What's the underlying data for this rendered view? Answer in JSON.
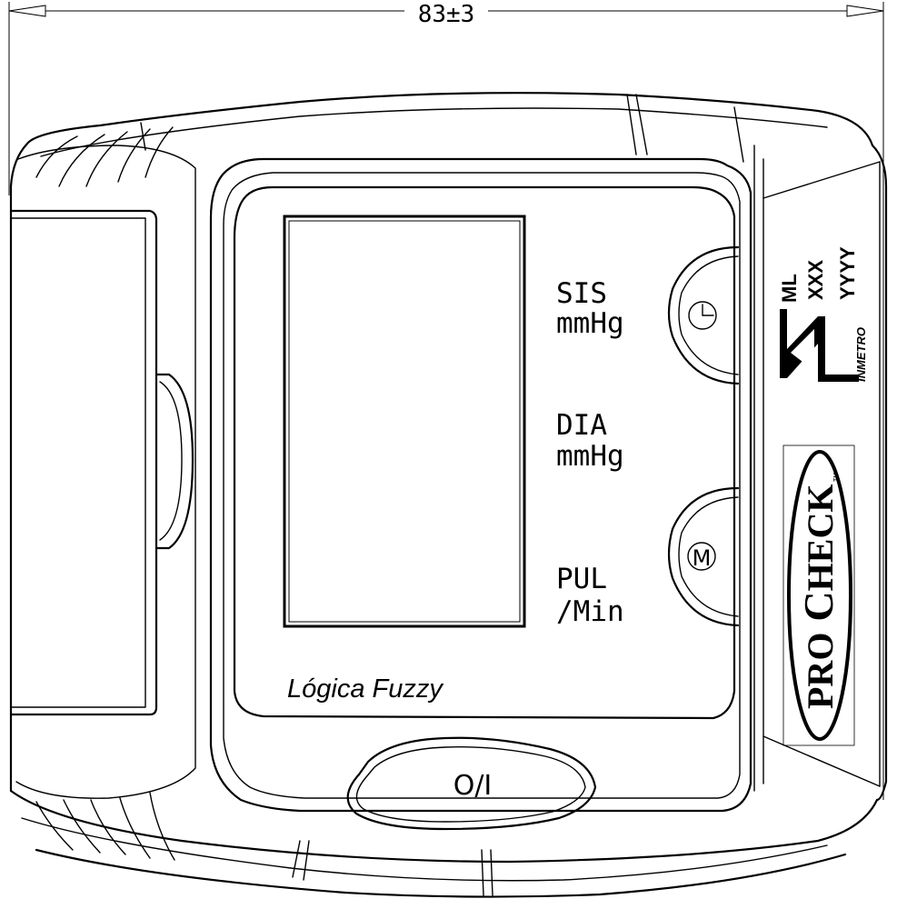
{
  "dimension": {
    "label": "83±3"
  },
  "display": {
    "brand": "Lógica Fuzzy",
    "labels": [
      {
        "top": "SIS",
        "bottom": "mmHg"
      },
      {
        "top": "DIA",
        "bottom": "mmHg"
      },
      {
        "top": "PUL",
        "bottom": "/Min"
      }
    ]
  },
  "buttons": {
    "clock": {
      "icon": "clock-icon"
    },
    "memory": {
      "glyph": "M",
      "icon": "memory-icon"
    },
    "power": {
      "label": "O/I"
    }
  },
  "certification": {
    "lines": [
      "ML",
      "XXX",
      "YYYY"
    ],
    "mark": "INMETRO"
  },
  "logo": {
    "pro": "PRO",
    "check_c": "C",
    "check_rest": "HECK",
    "tm": "TM"
  }
}
